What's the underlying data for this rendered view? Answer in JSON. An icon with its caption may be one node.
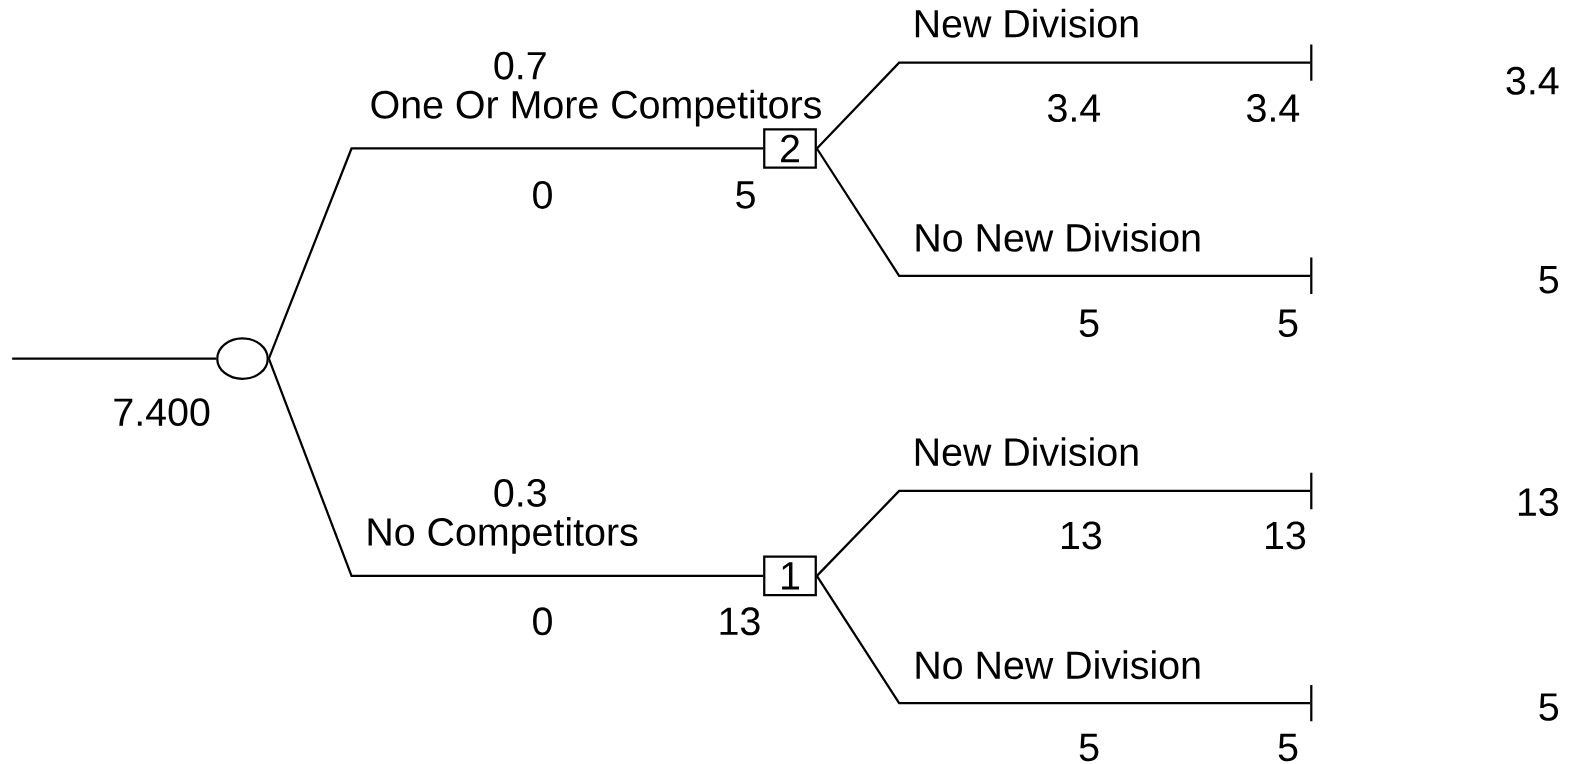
{
  "diagram": {
    "nodes": [
      {
        "text": [],
        "shape": "circle"
      },
      {
        "text": [
          "2"
        ]
      },
      {
        "text": [
          "1"
        ]
      },
      {
        "text": [],
        "shape": "bar"
      },
      {
        "text": [],
        "shape": "bar"
      },
      {
        "text": [],
        "shape": "bar"
      },
      {
        "text": [],
        "shape": "bar"
      }
    ],
    "edges": [
      {
        "from": null,
        "to": 0,
        "arrow": "none"
      },
      {
        "from": 0,
        "to": 1,
        "arrow": "none",
        "label": "One Or More Competitors"
      },
      {
        "from": 0,
        "to": 2,
        "arrow": "none",
        "label": "No Competitors"
      },
      {
        "from": 1,
        "to": 3,
        "arrow": "none",
        "label": "New Division"
      },
      {
        "from": 1,
        "to": 4,
        "arrow": "none",
        "label": "No New Division"
      },
      {
        "from": 2,
        "to": 5,
        "arrow": "none",
        "label": "New Division"
      },
      {
        "from": 2,
        "to": 6,
        "arrow": "none",
        "label": "No New Division"
      }
    ],
    "labels": [
      "0.7",
      "3.4",
      "3.4",
      "3.4",
      "0",
      "5",
      "5",
      "5",
      "5",
      "7.400",
      "0.3",
      "13",
      "13",
      "13",
      "0",
      "13",
      "5",
      "5",
      "5"
    ]
  }
}
